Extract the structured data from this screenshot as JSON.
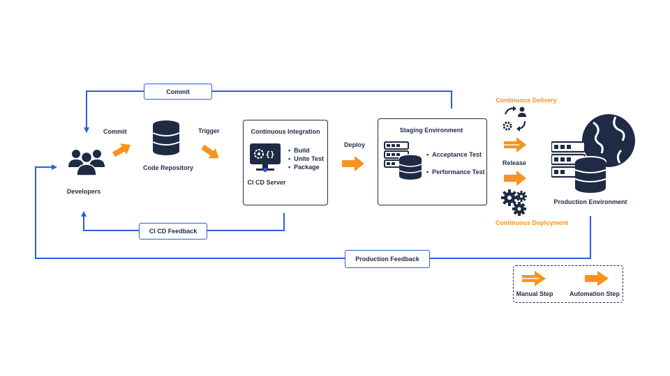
{
  "colors": {
    "accent_blue": "#2d5bdc",
    "manual_orange": "#f7941d",
    "navy": "#1f2a44"
  },
  "flows": {
    "commit_loop": "Commit",
    "cicd_feedback": "CI CD Feedback",
    "production_feedback": "Production Feedback"
  },
  "nodes": {
    "developers": {
      "label": "Developers",
      "icon": "team-icon"
    },
    "commit": "Commit",
    "code_repository": {
      "label": "Code Repository",
      "icon": "database-icon"
    },
    "trigger": "Trigger",
    "continuous_integration": {
      "title": "Continuous Integration",
      "server_label": "CI CD Server",
      "steps": [
        "Build",
        "Unite Test",
        "Package"
      ],
      "icon": "ci-server-monitor-icon"
    },
    "deploy": "Deploy",
    "staging": {
      "title": "Staging Environment",
      "tests": [
        "Acceptance Test",
        "Performance Test"
      ],
      "icon": "server-database-icon"
    },
    "continuous_delivery": "Continuous Delivery",
    "release": "Release",
    "continuous_deployment": "Continuous Deployment",
    "production": {
      "label": "Production Environment",
      "icon": "globe-server-icon"
    }
  },
  "legend": {
    "manual": "Manual Step",
    "automation": "Automation Step"
  }
}
